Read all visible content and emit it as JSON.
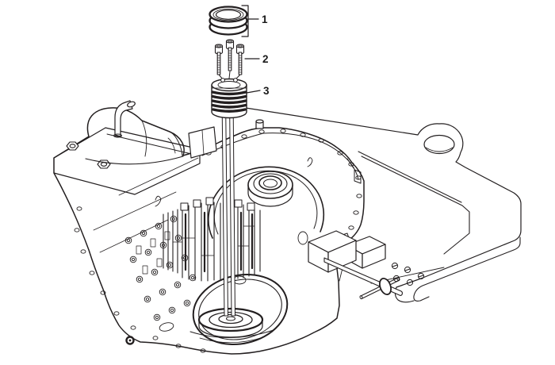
{
  "page": {
    "background": "#ffffff",
    "line_color": "#231f20"
  },
  "illustration": {
    "type": "exploded-parts-line-drawing",
    "subject": "transmission-case-with-seal-rings-bolts-and-piston-on-guide-rods",
    "callouts": [
      {
        "number": "1"
      },
      {
        "number": "2"
      },
      {
        "number": "3"
      }
    ]
  }
}
